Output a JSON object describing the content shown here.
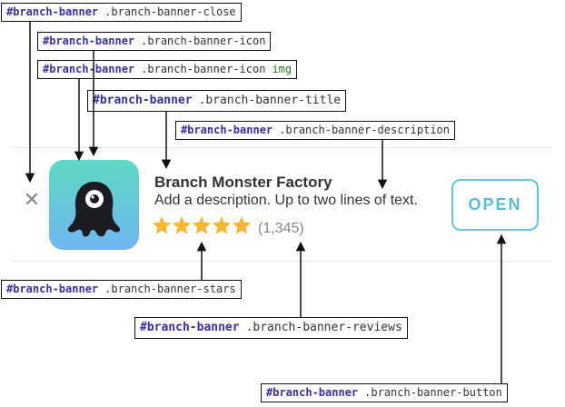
{
  "labels": [
    {
      "key": "close",
      "id_part": "#branch-banner",
      "class_part": ".branch-banner-close",
      "element_part": ""
    },
    {
      "key": "icon",
      "id_part": "#branch-banner",
      "class_part": ".branch-banner-icon",
      "element_part": ""
    },
    {
      "key": "icon_img",
      "id_part": "#branch-banner",
      "class_part": ".branch-banner-icon",
      "element_part": "img"
    },
    {
      "key": "title",
      "id_part": "#branch-banner",
      "class_part": ".branch-banner-title",
      "element_part": ""
    },
    {
      "key": "description",
      "id_part": "#branch-banner",
      "class_part": ".branch-banner-description",
      "element_part": ""
    },
    {
      "key": "stars",
      "id_part": "#branch-banner",
      "class_part": ".branch-banner-stars",
      "element_part": ""
    },
    {
      "key": "reviews",
      "id_part": "#branch-banner",
      "class_part": ".branch-banner-reviews",
      "element_part": ""
    },
    {
      "key": "button",
      "id_part": "#branch-banner",
      "class_part": ".branch-banner-button",
      "element_part": ""
    }
  ],
  "banner": {
    "close_glyph": "✕",
    "title": "Branch Monster Factory",
    "description": "Add a description. Up to two lines of text.",
    "rating": 5,
    "rating_max": 5,
    "reviews": "(1,345)",
    "button_label": "OPEN",
    "icon_name": "monster-icon"
  },
  "colors": {
    "star": "#f7b731",
    "button_border": "#62c6e0",
    "button_text": "#58bdd8",
    "icon_gradient_top": "#5fd9c2",
    "icon_gradient_bottom": "#6fb6f2",
    "selector_id": "#3a2fa6",
    "selector_element": "#2a7a2a"
  }
}
